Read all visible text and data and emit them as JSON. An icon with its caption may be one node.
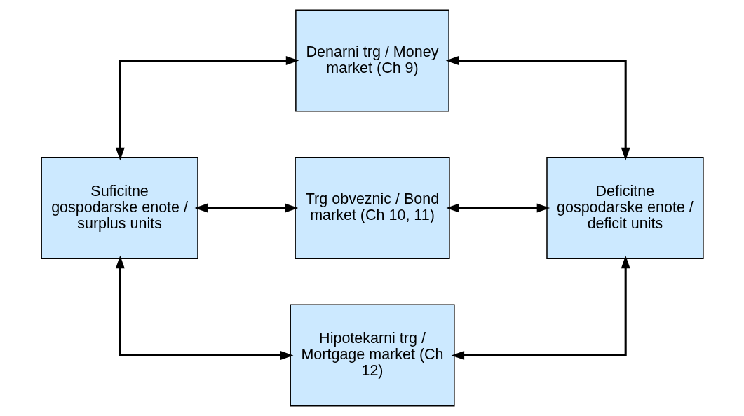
{
  "diagram": {
    "nodes": [
      {
        "text": [
          "Denarni trg / Money market (Ch 9)"
        ]
      },
      {
        "text": [
          "Suficitne gospodarske enote / surplus units"
        ]
      },
      {
        "text": [
          "Trg obveznic / Bond market (Ch 10, 11)"
        ]
      },
      {
        "text": [
          "Deficitne gospodarske enote / deficit units"
        ]
      },
      {
        "text": [
          "Hipotekarni trg / Mortgage market (Ch 12)"
        ]
      }
    ],
    "edges": [
      {
        "from": 1,
        "to": 0,
        "arrow": "both"
      },
      {
        "from": 0,
        "to": 3,
        "arrow": "both"
      },
      {
        "from": 1,
        "to": 2,
        "arrow": "both"
      },
      {
        "from": 2,
        "to": 3,
        "arrow": "both"
      },
      {
        "from": 1,
        "to": 4,
        "arrow": "both"
      },
      {
        "from": 4,
        "to": 3,
        "arrow": "both"
      }
    ]
  }
}
